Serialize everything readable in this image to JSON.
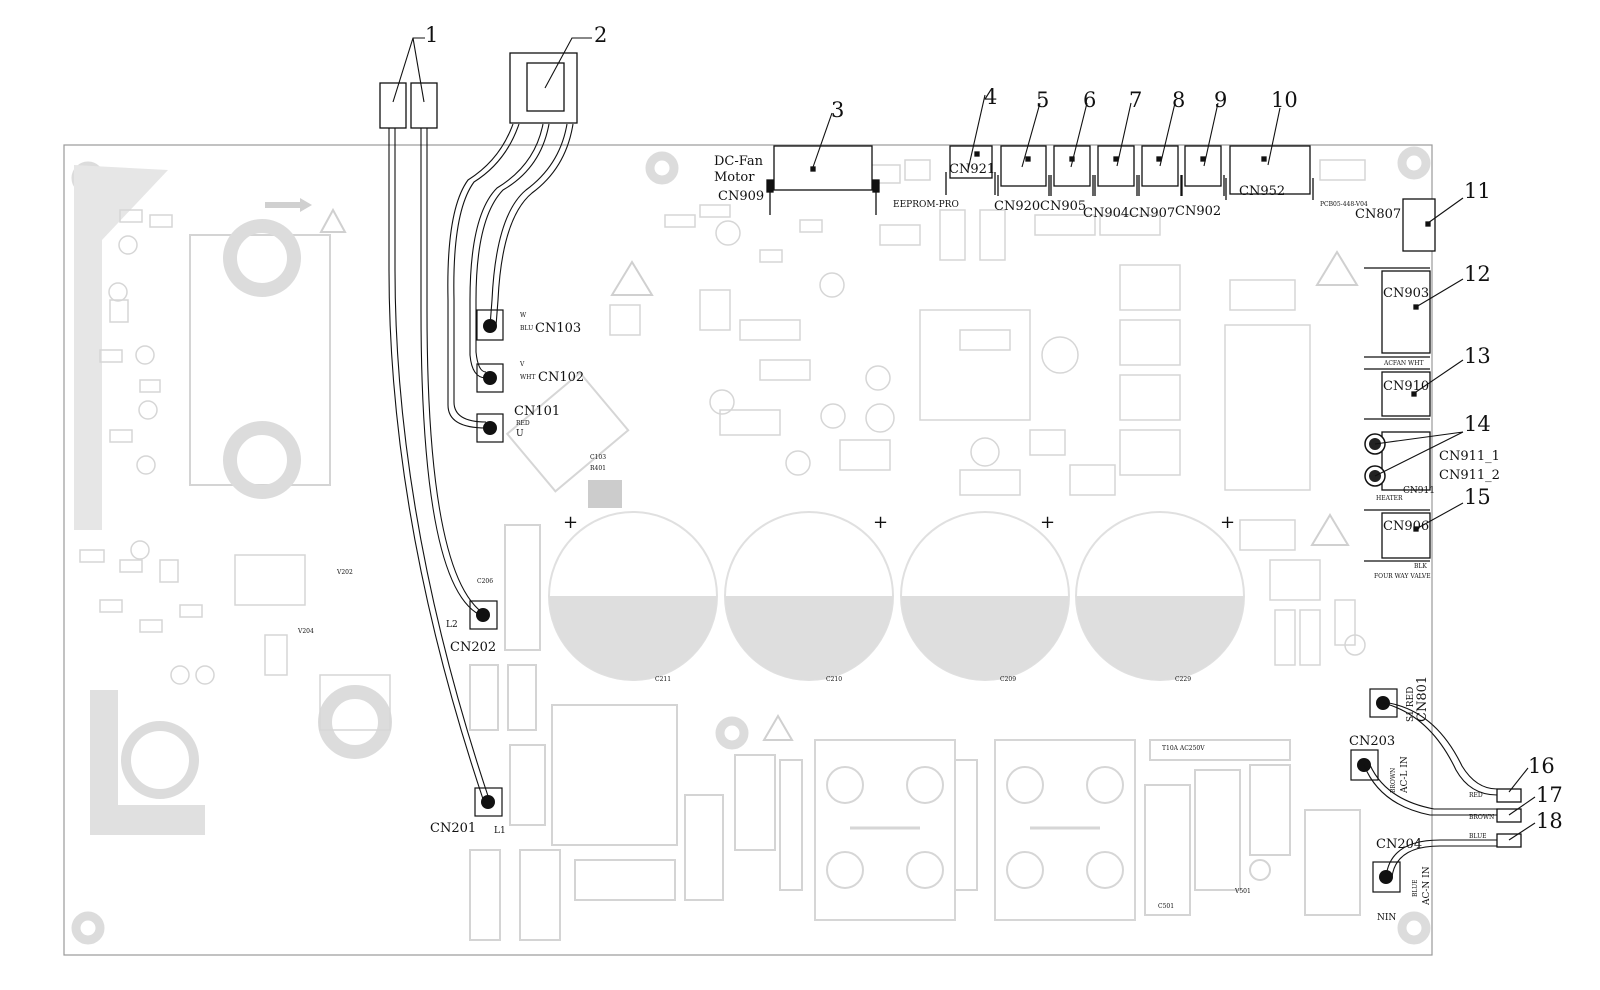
{
  "callouts": [
    "1",
    "2",
    "3",
    "4",
    "5",
    "6",
    "7",
    "8",
    "9",
    "10",
    "11",
    "12",
    "13",
    "14",
    "15",
    "16",
    "17",
    "18"
  ],
  "connectors": {
    "dc_fan_line1": "DC-Fan",
    "dc_fan_line2": "Motor",
    "cn909": "CN909",
    "cn921": "CN921",
    "cn920": "CN920",
    "cn905": "CN905",
    "cn904": "CN904",
    "cn907": "CN907",
    "cn902": "CN902",
    "cn952": "CN952",
    "cn807": "CN807",
    "cn903": "CN903",
    "cn910": "CN910",
    "cn911_1": "CN911_1",
    "cn911_2": "CN911_2",
    "cn911": "CN911",
    "cn906": "CN906",
    "cn103": "CN103",
    "cn102": "CN102",
    "cn101": "CN101",
    "cn202": "CN202",
    "cn201": "CN201",
    "cn801": "CN801",
    "cn203": "CN203",
    "cn204": "CN204"
  },
  "pin_labels": {
    "w": "W",
    "blu": "BLU",
    "v": "V",
    "wht": "WHT",
    "red": "RED",
    "u": "U",
    "l2": "L2",
    "l1": "L1",
    "s1_red": "S1 RED",
    "brown": "BROWN",
    "ac_l_in": "AC-L IN",
    "blue": "BLUE",
    "ac_n_in": "AC-N IN",
    "acfan_wht": "ACFAN WHT",
    "heater": "HEATER",
    "blk": "BLK",
    "four_way_valve": "FOUR WAY VALVE"
  },
  "wire_tags": {
    "red": "RED",
    "brown": "BROWN",
    "blue": "BLUE"
  },
  "board_marks": {
    "c211": "C211",
    "c210": "C210",
    "c209": "C209",
    "c229": "C229",
    "c206": "C206",
    "c103": "C103",
    "r401": "R401",
    "v202": "V202",
    "v204": "V204",
    "t10a": "T10A AC250V",
    "c501": "C501",
    "v501": "V501",
    "nin": "NIN",
    "eeprom": "EEPROM-PRO",
    "pcb_code": "PCB05-448-V04"
  },
  "colors": {
    "ink": "#111111",
    "board_ghost": "#cfcfcf",
    "board_light": "#e2e2e2",
    "board_outline": "#9a9a9a"
  }
}
